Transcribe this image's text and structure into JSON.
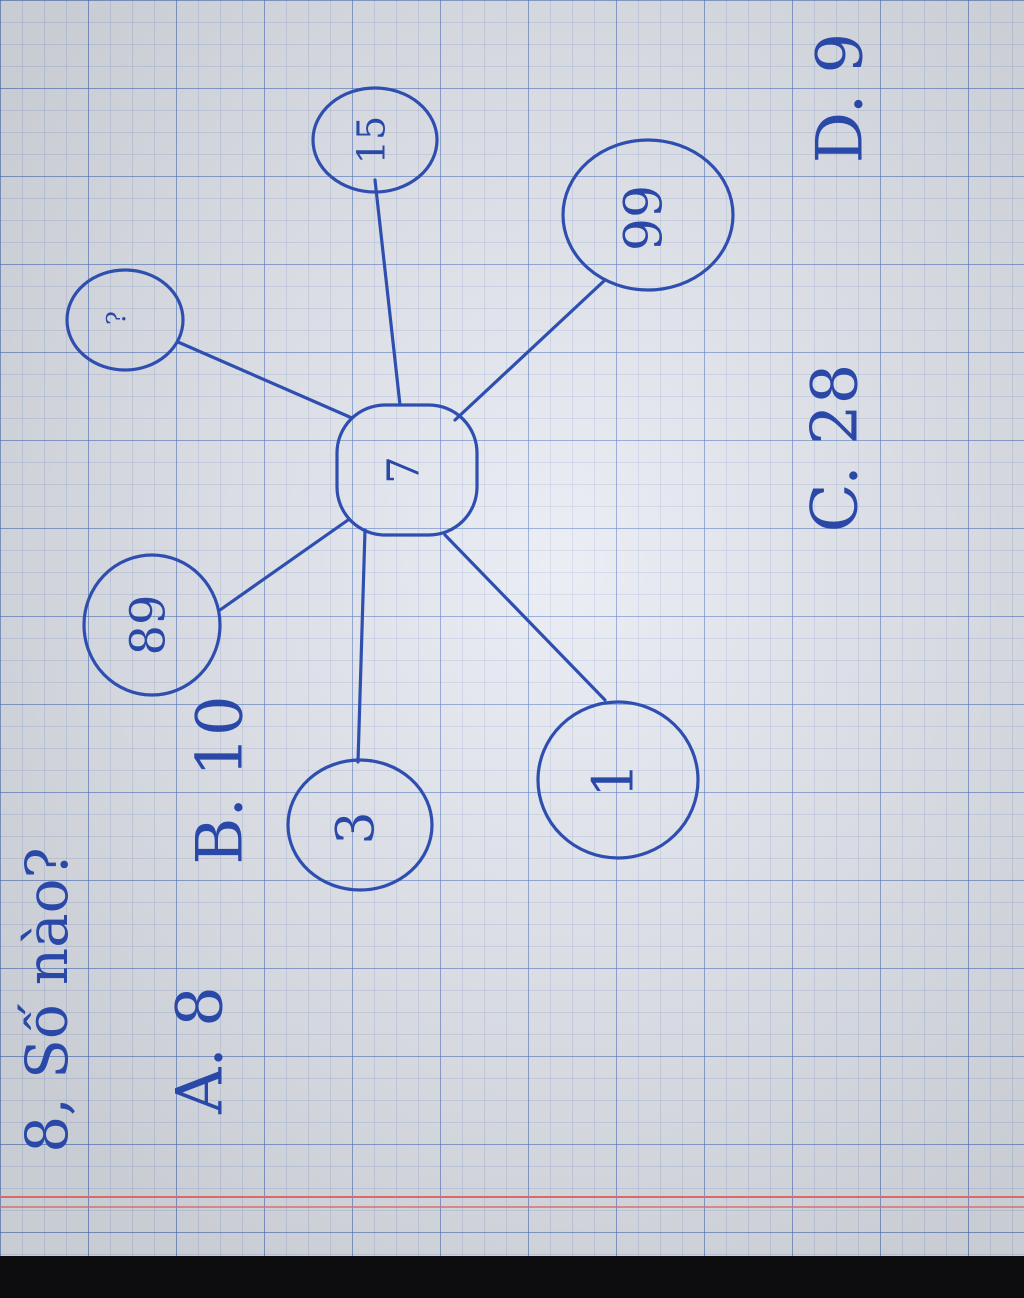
{
  "question": "8, Số nào?",
  "diagram": {
    "center": "7",
    "nodes": {
      "top_left": "?",
      "top_right": "15",
      "right": "99",
      "bottom_right": "1",
      "bottom": "3",
      "left": "89"
    }
  },
  "options": {
    "a": "A. 8",
    "b": "B. 10",
    "c": "C. 28",
    "d": "D. 9"
  },
  "colors": {
    "ink": "#2f4fb0",
    "paper": "#e4e8f0",
    "grid": "#466ebe",
    "margin": "#d96a6a"
  }
}
